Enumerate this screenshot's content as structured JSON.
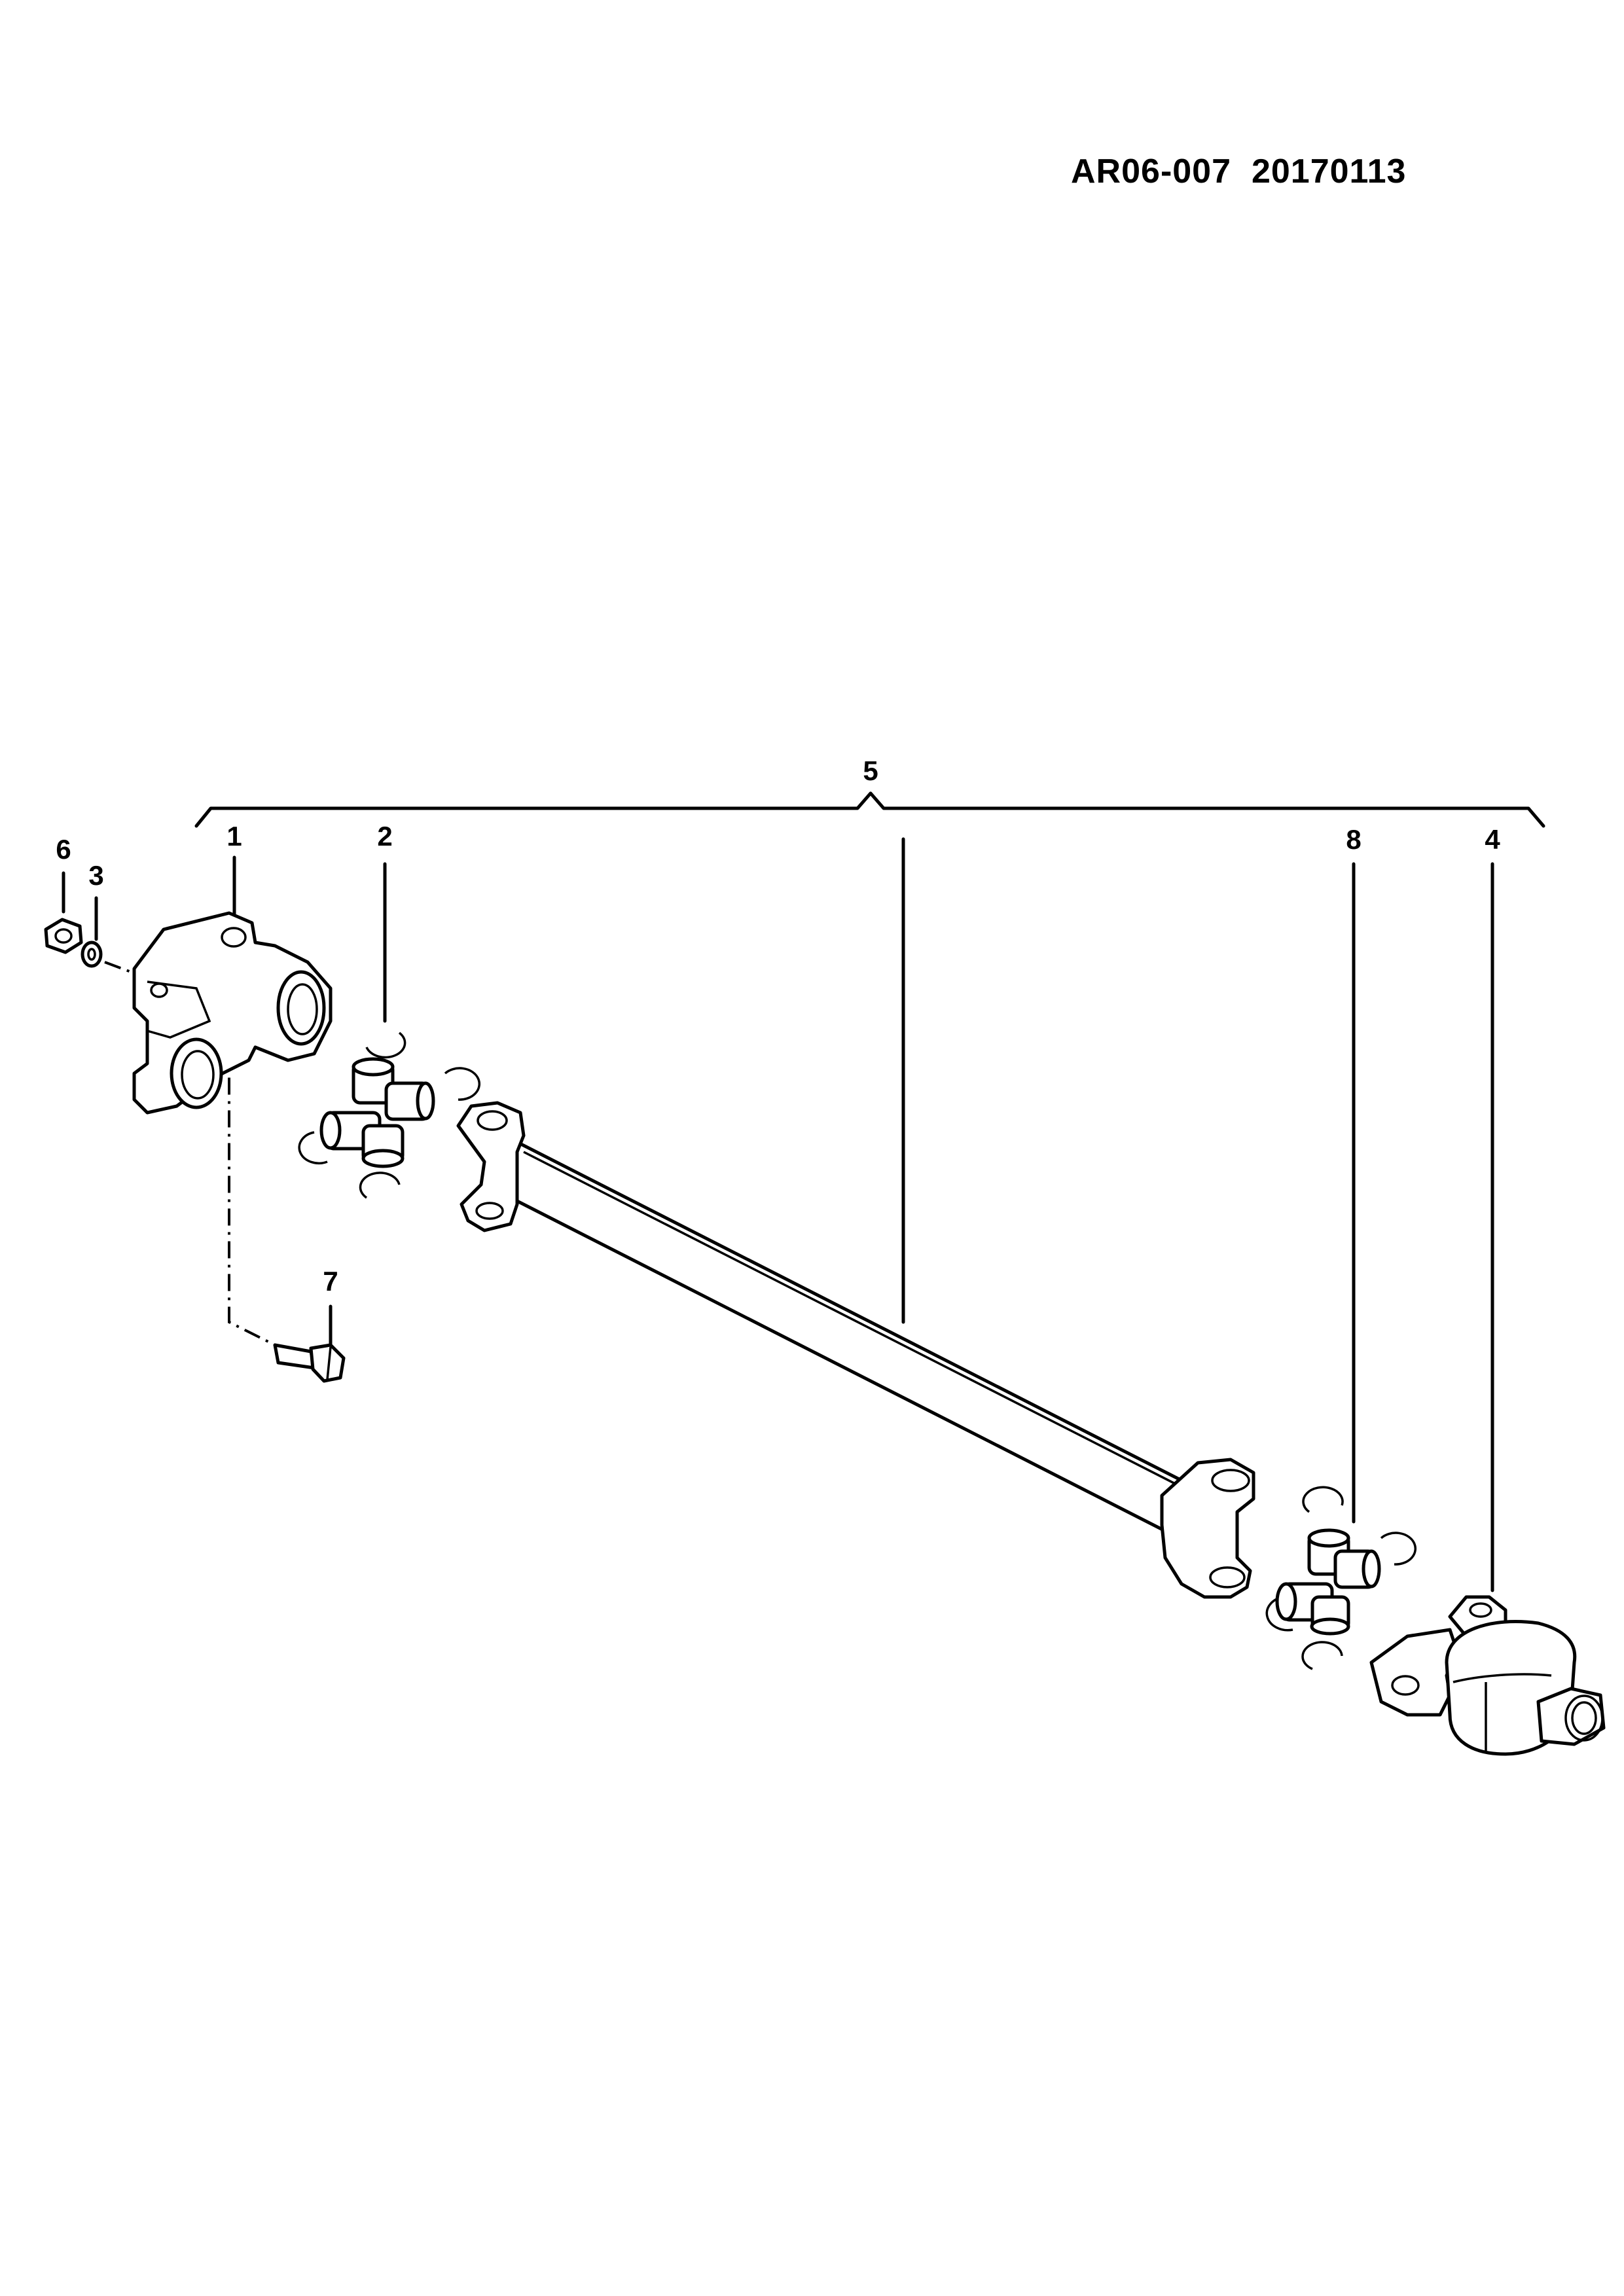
{
  "document": {
    "code": "AR06-007",
    "date": "20170113"
  },
  "callouts": [
    {
      "id": "1",
      "label": "1"
    },
    {
      "id": "2",
      "label": "2"
    },
    {
      "id": "3",
      "label": "3"
    },
    {
      "id": "4",
      "label": "4"
    },
    {
      "id": "5",
      "label": "5"
    },
    {
      "id": "6",
      "label": "6"
    },
    {
      "id": "7",
      "label": "7"
    },
    {
      "id": "8",
      "label": "8"
    }
  ],
  "colors": {
    "ink": "#000000",
    "paper": "#ffffff"
  }
}
